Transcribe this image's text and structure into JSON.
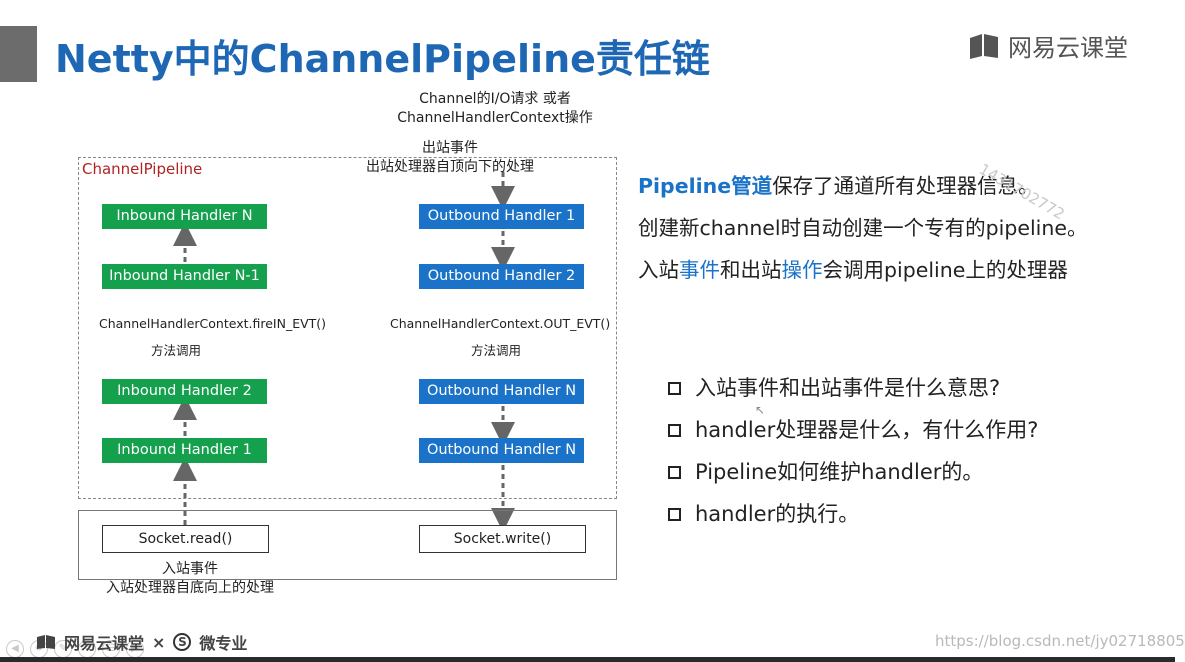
{
  "header": {
    "title": "Netty中的ChannelPipeline责任链",
    "brand": "网易云课堂"
  },
  "diagram": {
    "top_label_1": "Channel的I/O请求 或者",
    "top_label_2": "ChannelHandlerContext操作",
    "out_label_1": "出站事件",
    "out_label_2": "出站处理器自顶向下的处理",
    "pipeline_label": "ChannelPipeline",
    "inbound": [
      "Inbound Handler N",
      "Inbound Handler N-1",
      "Inbound Handler 2",
      "Inbound Handler 1"
    ],
    "outbound": [
      "Outbound Handler 1",
      "Outbound Handler 2",
      "Outbound Handler N",
      "Outbound Handler N"
    ],
    "ctx_in": "ChannelHandlerContext.fireIN_EVT()",
    "ctx_in_sub": "方法调用",
    "ctx_out": "ChannelHandlerContext.OUT_EVT()",
    "ctx_out_sub": "方法调用",
    "socket_read": "Socket.read()",
    "socket_write": "Socket.write()",
    "in_label_1": "入站事件",
    "in_label_2": "入站处理器自底向上的处理"
  },
  "description": {
    "line1_a": "Pipeline管道",
    "line1_b": "保存了通道所有处理器信息。",
    "line2": "创建新channel时自动创建一个专有的pipeline。",
    "line3_a": "入站",
    "line3_b": "事件",
    "line3_c": "和出站",
    "line3_d": "操作",
    "line3_e": "会调用pipeline上的处理器"
  },
  "questions": [
    "入站事件和出站事件是什么意思?",
    "handler处理器是什么，有什么作用?",
    "Pipeline如何维护handler的。",
    "handler的执行。"
  ],
  "watermark": "1431702772",
  "footer": {
    "brand": "网易云课堂",
    "times": "×",
    "s_mark": "S",
    "partner": "微专业",
    "url": "https://blog.csdn.net/jy02718805"
  },
  "colors": {
    "title": "#1e67b4",
    "inbound": "#14a04d",
    "outbound": "#1a73c8",
    "pipeline_label": "#b22222"
  }
}
